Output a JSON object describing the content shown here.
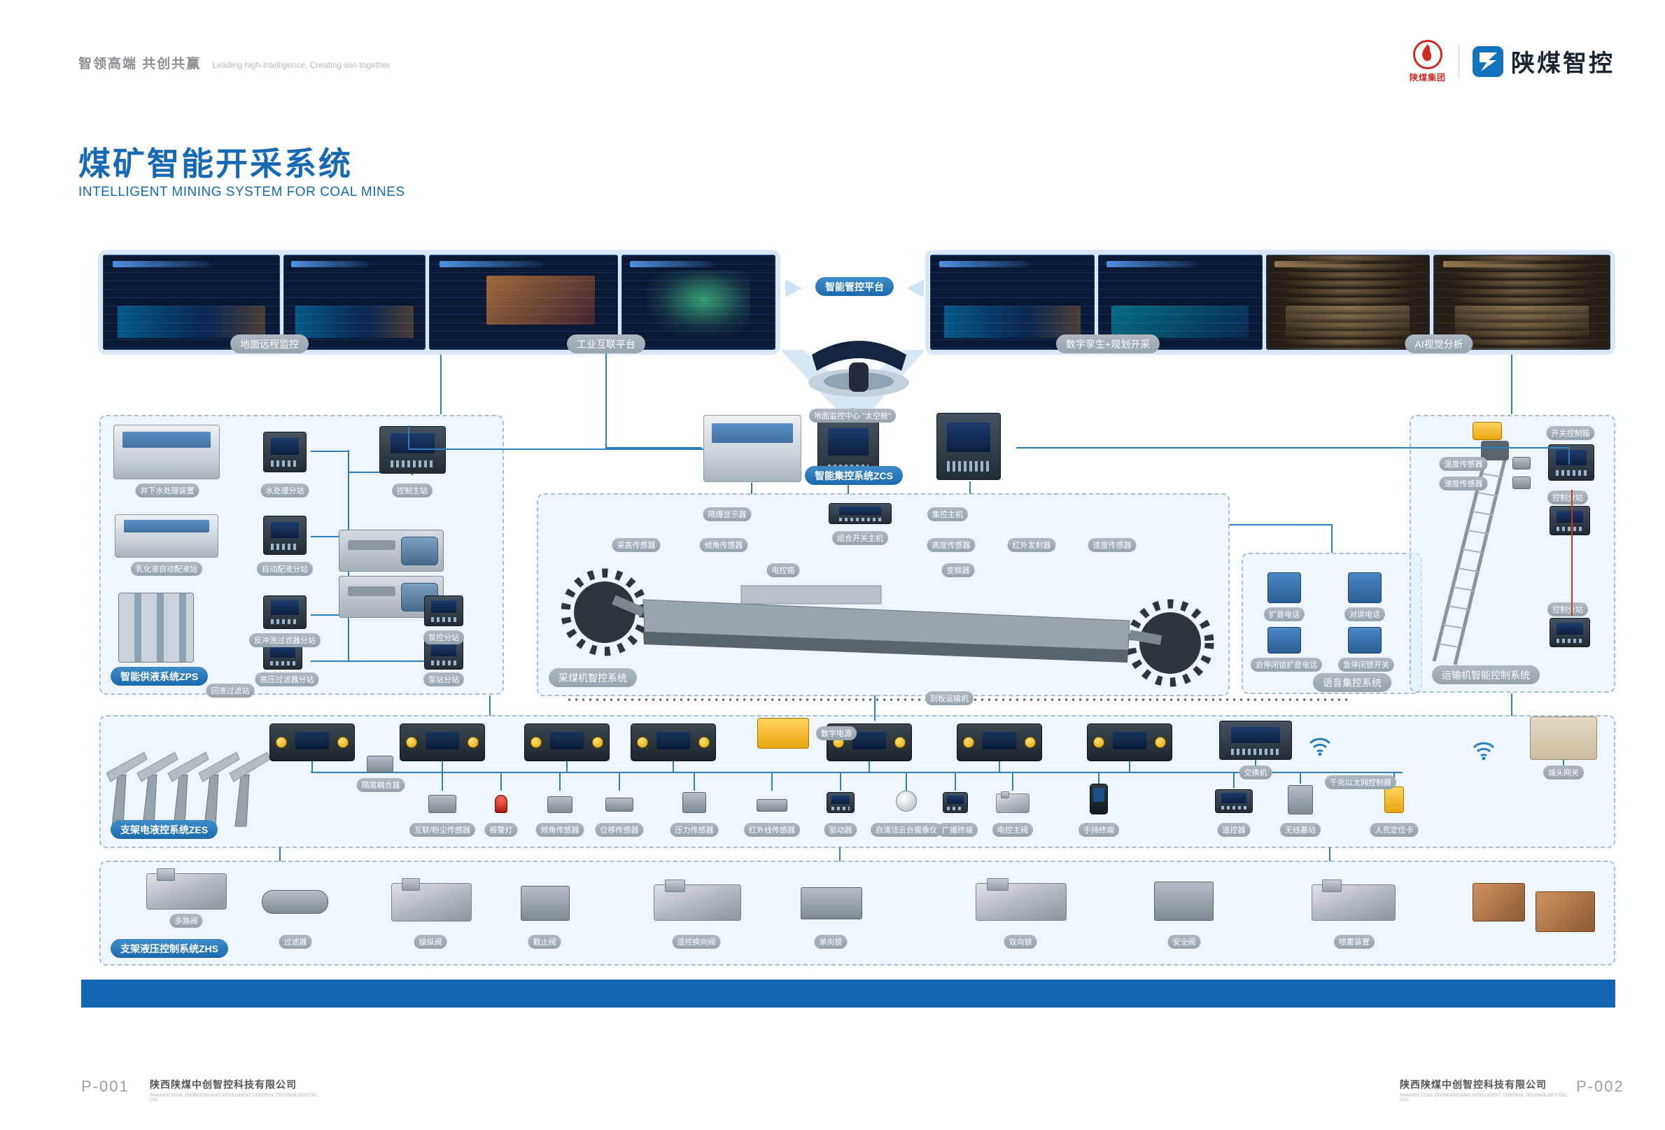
{
  "colors": {
    "accent": "#1a6fb5",
    "bar": "#1266b1",
    "brand_red": "#cf2a1f"
  },
  "header": {
    "tagline_cn": "智领高端 共创共赢",
    "tagline_en": "Leading high-intelligence, Creating win-together",
    "brand_group": "陕煤集团",
    "brand_main": "陕煤智控"
  },
  "title": {
    "cn": "煤矿智能开采系统",
    "en": "INTELLIGENT MINING SYSTEM FOR COAL MINES"
  },
  "top": {
    "platform_label": "智能管控平台",
    "cockpit_label": "地面监控中心 \"太空舱\"",
    "left_labels": [
      "地面远程监控",
      "工业互联平台"
    ],
    "right_labels": [
      "数字孪生+规划开采",
      "AI视觉分析"
    ]
  },
  "zcs": {
    "label": "智能集控系统ZCS"
  },
  "shearer": {
    "label": "采煤机智控系统",
    "machine_label": "刮板运输机",
    "sensors": [
      "隔爆显示器",
      "集控主机",
      "采高传感器",
      "倾角传感器",
      "组合开关主机",
      "高度传感器",
      "红外发射器",
      "速度传感器",
      "电控箱",
      "变频器"
    ]
  },
  "zps": {
    "label": "智能供液系统ZPS",
    "items": [
      "井下水处理装置",
      "水处理分站",
      "控制主站",
      "乳化液自动配液站",
      "自动配液分站",
      "反冲洗过滤器分站",
      "泵控分站",
      "高压过滤器分站",
      "泵站分站",
      "回液过滤站"
    ]
  },
  "voice": {
    "label": "语音集控系统",
    "items": [
      "扩音电话",
      "对讲电话",
      "启停闭锁扩音电话",
      "急停闭锁开关"
    ]
  },
  "conveyor": {
    "label": "运输机智能控制系统",
    "switch_box": "开关控制箱",
    "station_top": "控制分站",
    "sensor_1": "温度传感器",
    "sensor_2": "速度传感器",
    "station_bottom": "控制分站"
  },
  "zes": {
    "label": "支架电液控系统ZES",
    "top_items": [
      "隔离耦合器",
      "数字电源",
      "交换机",
      "千兆以太网控制器",
      "端头网关"
    ],
    "devices": [
      "互联/粉尘传感器",
      "报警灯",
      "倾角传感器",
      "位移传感器",
      "压力传感器",
      "红外线传感器",
      "驱动器",
      "自清洁云台摄像仪",
      "广播终端",
      "电控主阀",
      "手持终端",
      "遥控器",
      "无线基站",
      "人员定位卡"
    ]
  },
  "zhs": {
    "label": "支架液压控制系统ZHS",
    "items": [
      "多路阀",
      "过滤器",
      "操纵阀",
      "截止阀",
      "遥控换向阀",
      "单向锁",
      "双向锁",
      "安全阀",
      "喷雾装置"
    ]
  },
  "footer": {
    "page_left": "P-001",
    "page_right": "P-002",
    "company_cn": "陕西陕煤中创智控科技有限公司",
    "company_en": "SHAANXI COAL ZHONGCHUANG INTELLIGENT CONTROL TECHNOLOGY CO., LTD."
  }
}
